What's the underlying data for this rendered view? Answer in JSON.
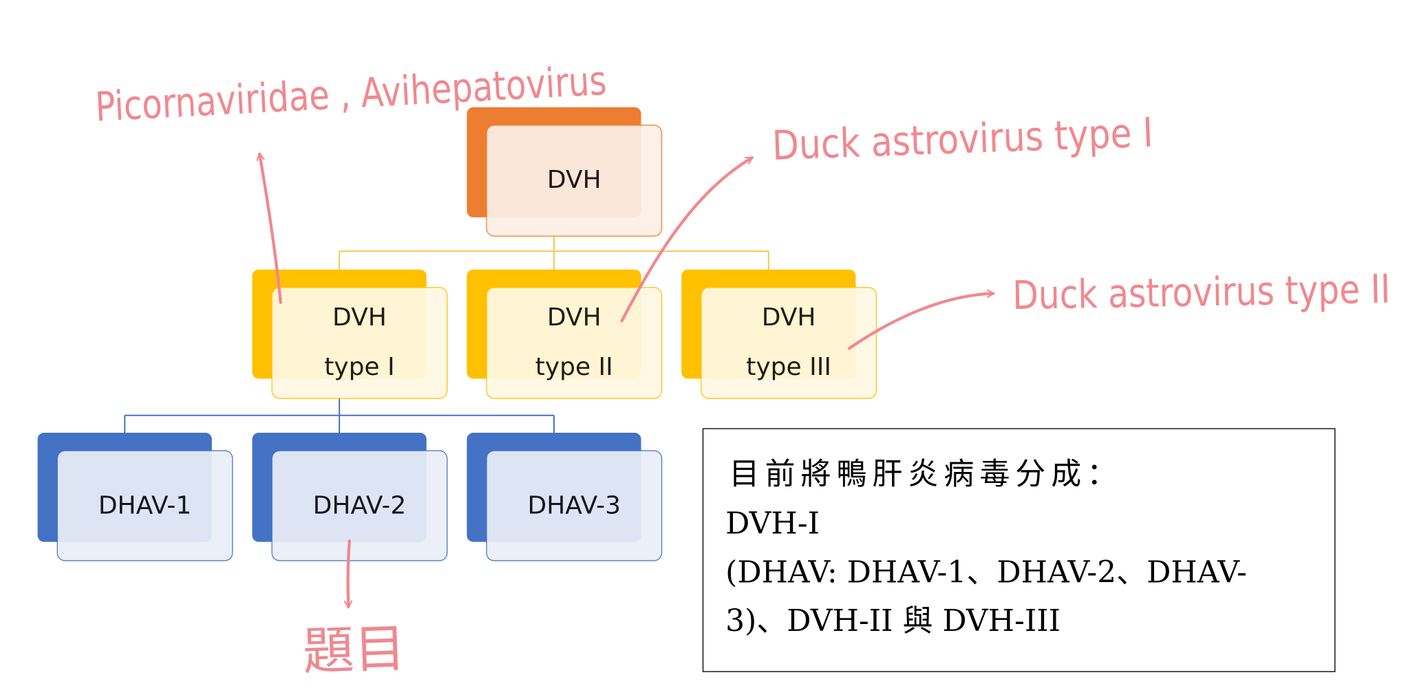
{
  "palette": {
    "orange": "#ed7d31",
    "orange_fill": "#fdefe7",
    "gold": "#ffc000",
    "gold_fill": "#fff8e4",
    "blue": "#4472c4",
    "blue_fill": "#e9eef8",
    "connector_gold": "#f2c94c",
    "connector_blue": "#4472c4",
    "annotation": "#f0888f"
  },
  "diagram": {
    "root": {
      "lines": [
        "DVH"
      ]
    },
    "types": [
      {
        "lines": [
          "DVH",
          "type I"
        ]
      },
      {
        "lines": [
          "DVH",
          "type II"
        ]
      },
      {
        "lines": [
          "DVH",
          "type III"
        ]
      }
    ],
    "subtypes": [
      {
        "lines": [
          "DHAV-1"
        ]
      },
      {
        "lines": [
          "DHAV-2"
        ]
      },
      {
        "lines": [
          "DHAV-3"
        ]
      }
    ]
  },
  "note": {
    "heading": "目前將鴨肝炎病毒分成：",
    "lines": [
      "DVH-I",
      "(DHAV: DHAV-1、DHAV-2、DHAV-",
      "3)、DVH-II 與 DVH-III"
    ]
  },
  "annotations": {
    "family_genus": "Picornaviridae , Avihepatovirus",
    "type_two": "Duck astrovirus type I",
    "type_three": "Duck astrovirus type II",
    "question": "題目"
  }
}
